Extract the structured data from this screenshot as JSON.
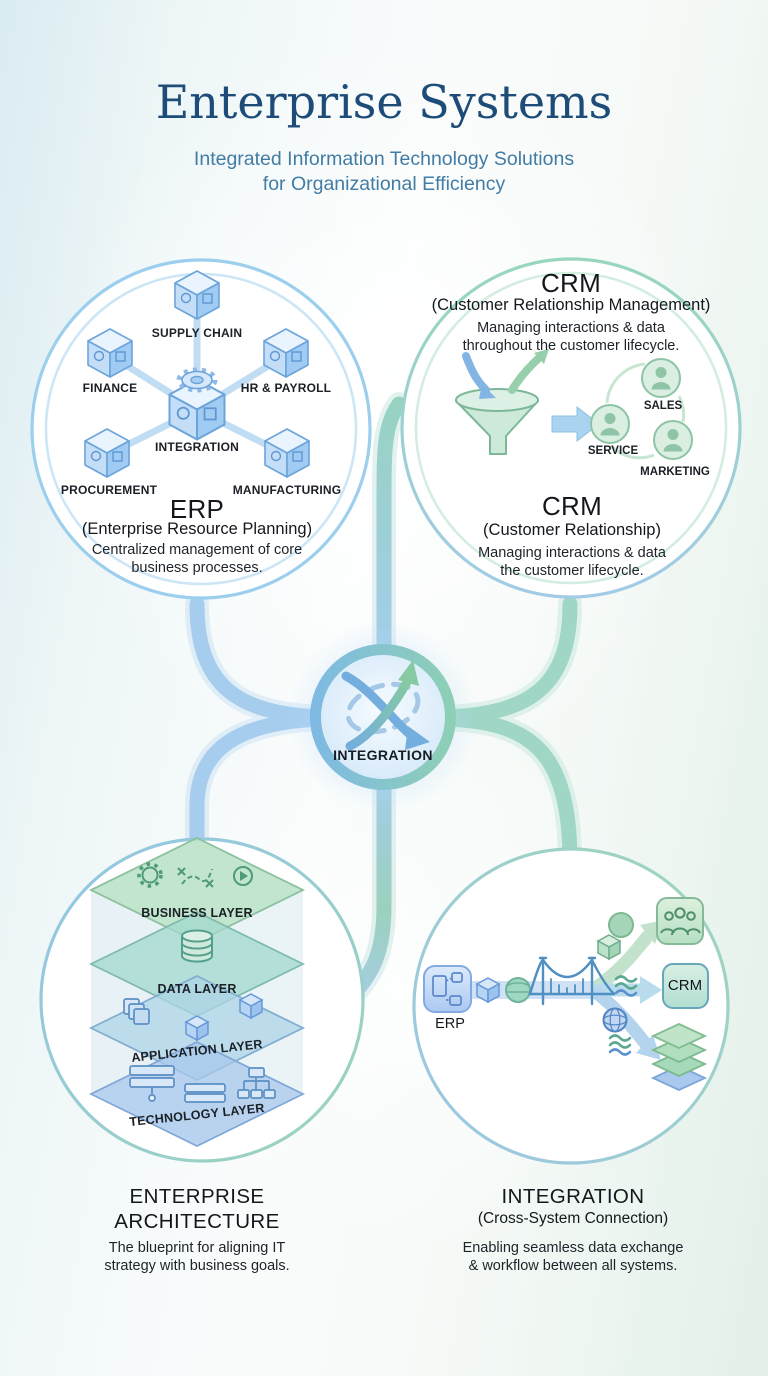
{
  "header": {
    "title": "Enterprise Systems",
    "subtitle_line1": "Integrated Information Technology Solutions",
    "subtitle_line2": "for Organizational Efficiency"
  },
  "erp": {
    "nodes": [
      "SUPPLY CHAIN",
      "FINANCE",
      "HR & PAYROLL",
      "INTEGRATION",
      "PROCUREMENT",
      "MANUFACTURING"
    ],
    "heading": "ERP",
    "subheading": "(Enterprise Resource Planning)",
    "description_line1": "Centralized management of core",
    "description_line2": "business processes."
  },
  "crm": {
    "heading": "CRM",
    "subheading": "(Customer Relationship Management)",
    "description_line1": "Managing interactions & data",
    "description_line2": "throughout the customer lifecycle.",
    "pipeline_labels": [
      "SALES",
      "SERVICE",
      "MARKETING"
    ],
    "secondary_heading": "CRM",
    "secondary_subheading": "(Customer Relationship)",
    "secondary_description_line1": "Managing interactions & data",
    "secondary_description_line2": "the customer lifecycle."
  },
  "hub": {
    "label": "INTEGRATION"
  },
  "architecture": {
    "layers": [
      "BUSINESS LAYER",
      "DATA LAYER",
      "APPLICATION LAYER",
      "TECHNOLOGY LAYER"
    ],
    "heading_line1": "ENTERPRISE",
    "heading_line2": "ARCHITECTURE",
    "description_line1": "The blueprint for aligning IT",
    "description_line2": "strategy with business goals."
  },
  "integration": {
    "source_label": "ERP",
    "target_label": "CRM",
    "heading": "INTEGRATION",
    "subheading": "(Cross-System Connection)",
    "description_line1": "Enabling seamless data exchange",
    "description_line2": "& workflow between all systems."
  },
  "icons": {
    "hub": "crossing-arrows-icon",
    "erp_center": "gear-cube-icon",
    "crm_funnel": "funnel-icon",
    "crm_people": "person-circle-icon",
    "architecture_layers": "stacked-planes-icon",
    "integration_bridge": "bridge-icon",
    "integration_team": "team-icon",
    "integration_globe": "globe-icon",
    "integration_stack": "layers-icon"
  },
  "colors": {
    "title_navy": "#1d4c78",
    "subtitle_blue": "#417ca4",
    "accent_blue": "#a6cdee",
    "accent_teal": "#9fd6c4",
    "text_dark": "#171c22"
  }
}
